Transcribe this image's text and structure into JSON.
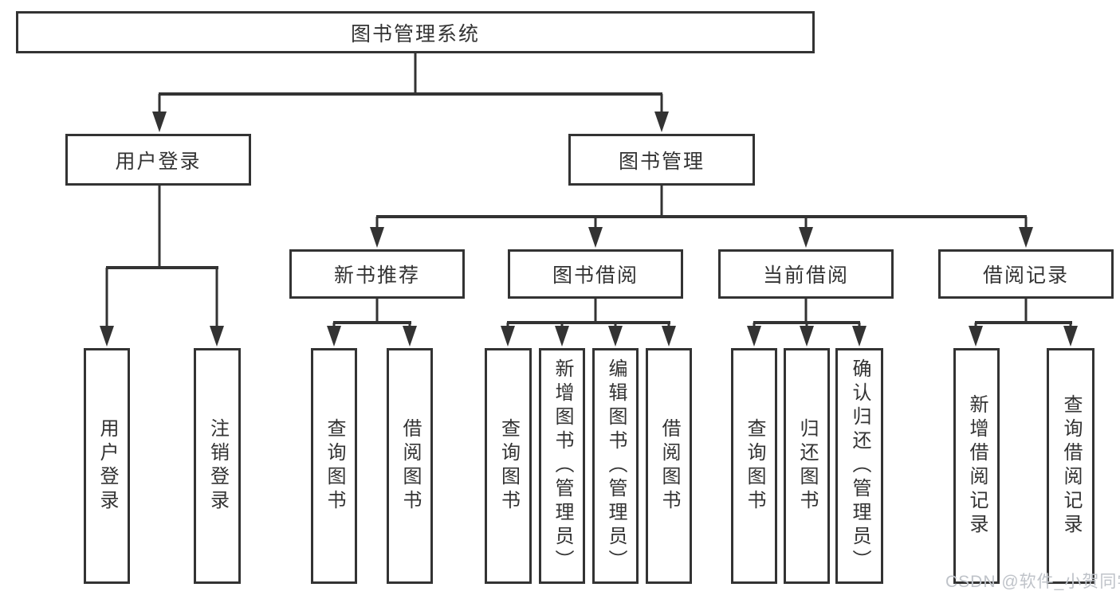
{
  "diagram": {
    "root": {
      "label": "图书管理系统"
    },
    "level2": [
      {
        "label": "用户登录",
        "children": [
          {
            "label": "用户登录"
          },
          {
            "label": "注销登录"
          }
        ]
      },
      {
        "label": "图书管理",
        "children": [
          {
            "label": "新书推荐",
            "children": [
              {
                "label": "查询图书"
              },
              {
                "label": "借阅图书"
              }
            ]
          },
          {
            "label": "图书借阅",
            "children": [
              {
                "label": "查询图书"
              },
              {
                "label": "新增图书（管理员）"
              },
              {
                "label": "编辑图书（管理员）"
              },
              {
                "label": "借阅图书"
              }
            ]
          },
          {
            "label": "当前借阅",
            "children": [
              {
                "label": "查询图书"
              },
              {
                "label": "归还图书"
              },
              {
                "label": "确认归还（管理员）"
              }
            ]
          },
          {
            "label": "借阅记录",
            "children": [
              {
                "label": "新增借阅记录"
              },
              {
                "label": "查询借阅记录"
              }
            ]
          }
        ]
      }
    ]
  },
  "watermark": {
    "text": "CSDN @软件_小贺同学"
  },
  "colors": {
    "line": "#333333",
    "box_background": "#ffffff",
    "text": "#333333",
    "watermark": "#bfc3c9"
  }
}
